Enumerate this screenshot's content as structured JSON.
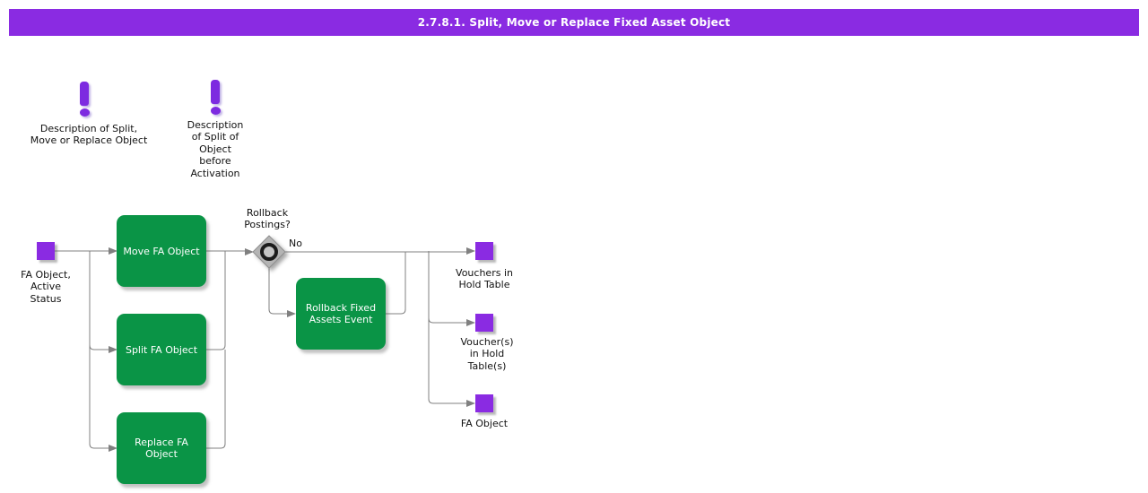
{
  "header": {
    "title": "2.7.8.1. Split, Move or Replace Fixed Asset Object"
  },
  "colors": {
    "accent_purple": "#8a2be2",
    "process_green": "#0a9446",
    "connector_gray": "#808080",
    "titlebar_text": "#ffffff"
  },
  "annotations": [
    {
      "label": "Description of Split,\nMove or Replace Object"
    },
    {
      "label": "Description\nof Split of\nObject\nbefore\nActivation"
    }
  ],
  "nodes": {
    "start": {
      "label": "FA Object,\nActive\nStatus"
    },
    "move": {
      "label": "Move FA Object"
    },
    "split": {
      "label": "Split FA Object"
    },
    "replace": {
      "label": "Replace FA\nObject"
    },
    "decision": {
      "question": "Rollback\nPostings?",
      "no_label": "No"
    },
    "rollback": {
      "label": "Rollback Fixed\nAssets Event"
    },
    "end_vouchers": {
      "label": "Vouchers in\nHold Table"
    },
    "end_vouchers_plural": {
      "label": "Voucher(s)\nin Hold\nTable(s)"
    },
    "end_fa_object": {
      "label": "FA Object"
    }
  }
}
